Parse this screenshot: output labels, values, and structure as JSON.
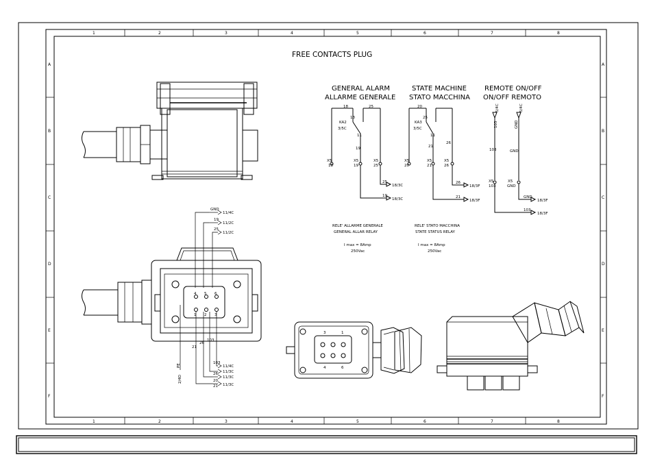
{
  "drawing": {
    "title": "FREE CONTACTS PLUG",
    "grid_columns": [
      "1",
      "2",
      "3",
      "4",
      "5",
      "6",
      "7",
      "8"
    ],
    "grid_rows": [
      "A",
      "B",
      "C",
      "D",
      "E",
      "F"
    ]
  },
  "circuits": {
    "general_alarm": {
      "title_en": "GENERAL ALARM",
      "title_it": "ALLARME GENERALE",
      "relay": "KA2",
      "relay_ref": "3/5C",
      "wire_left_top": "18",
      "wire_right_top": "25",
      "pin_no": "13",
      "pin_nc": "11",
      "wire_mid": "19",
      "term_left": "X5",
      "term_left_num": "18",
      "term_mid": "X5",
      "term_mid_num": "19",
      "term_right": "X5",
      "term_right_num": "25",
      "out1_wire": "25",
      "out1_ref": "18/3C",
      "out2_wire": "19",
      "out2_ref": "18/3C"
    },
    "state_machine": {
      "title_en": "STATE MACHINE",
      "title_it": "STATO MACCHINA",
      "relay": "KA3",
      "relay_ref": "3/5C",
      "wire_left_top": "20",
      "pin_no": "25",
      "pin_nc": "11",
      "wire_mid": "21",
      "wire_right": "26",
      "term_left": "X5",
      "term_left_num": "20",
      "term_mid": "X5",
      "term_mid_num": "21",
      "term_right": "X5",
      "term_right_num": "26",
      "out1_wire": "26",
      "out1_ref": "18/3F",
      "out2_wire": "21",
      "out2_ref": "18/3F"
    },
    "remote": {
      "title_en": "REMOTE ON/OFF",
      "title_it": "ON/OFF REMOTO",
      "in_left": "5/4C",
      "in_left_wire": "103",
      "in_right": "5/4C",
      "in_right_wire": "GND",
      "mid_left": "103",
      "mid_right": "GND",
      "term_left": "X5",
      "term_left_num": "103",
      "term_right": "X5",
      "term_right_num": "GND",
      "out1_wire": "GND",
      "out1_ref": "18/3F",
      "out2_wire": "103",
      "out2_ref": "18/3F"
    }
  },
  "relay_notes": {
    "general": {
      "line1": "RELE' ALLARME GENERALE",
      "line2": "GENERAL ALLAR RELAY",
      "imax": "I max = 8Amp",
      "voltage": "250Vac"
    },
    "state": {
      "line1": "RELE' STATO MACCHINA",
      "line2": "STATE STATUS RELAY",
      "imax": "I max = 8Amp",
      "voltage": "250Vac"
    }
  },
  "plug_wiring": {
    "top": [
      {
        "wire": "GND",
        "ref": "11/4C"
      },
      {
        "wire": "19",
        "ref": "11/2C"
      },
      {
        "wire": "25",
        "ref": "11/2C"
      }
    ],
    "bottom": [
      {
        "wire": "103",
        "ref": "11/4C"
      },
      {
        "wire": "26",
        "ref": "11/3C"
      },
      {
        "wire": "20",
        "ref": "11/3C"
      },
      {
        "wire": "21",
        "ref": "11/3C"
      }
    ],
    "pins_top": [
      "4",
      "5",
      "6"
    ],
    "pins_bottom": [
      "1",
      "2",
      "3"
    ],
    "side_wires": [
      "26",
      "103"
    ],
    "left_wire": "21",
    "pe_label": "PE",
    "pe_ref": "2/4D"
  },
  "insert_pins": {
    "top": [
      "3",
      "1"
    ],
    "bottom": [
      "4",
      "6"
    ]
  }
}
